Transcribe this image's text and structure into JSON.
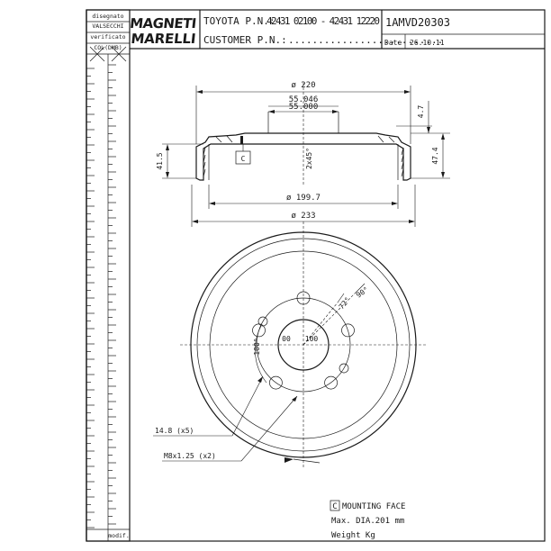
{
  "title_block": {
    "side_label_1": "disegnato",
    "side_label_2": "VALSECCHI",
    "side_label_3": "verificato",
    "side_label_4": "COL(DMB)",
    "brand_line_1": "MAGNETI",
    "brand_line_2": "MARELLI",
    "toyota_pn_label": "TOYOTA P.N.:",
    "toyota_pn_value": "42431 02100 - 42431 12220",
    "customer_pn_label": "CUSTOMER P.N.:",
    "customer_pn_value": "..........................",
    "drawing_code": "1AMVD20303",
    "date_label": "Date",
    "date_value": "26.10.11",
    "bottom_left_label": "modif."
  },
  "section_view": {
    "dim_outer_top": "ø 220",
    "dim_pilot_max": "55.046",
    "dim_pilot_min": "55.000",
    "dim_flange_thk": "4.7",
    "dim_height_right": "47.4",
    "dim_height_left": "41.5",
    "dim_chamfer": "2x45°",
    "mounting_face_tag": "C",
    "dim_inner": "ø 199.7",
    "dim_outer_bottom": "ø 233"
  },
  "front_view": {
    "angle_90": "90°",
    "angle_72": "72°",
    "pcd_left": "100°",
    "center_left": "00",
    "center_right": "100",
    "holes_label": "14.8 (x5)",
    "threads_label": "M8x1.25 (x2)"
  },
  "notes": {
    "mounting_face_tag": "C",
    "mounting_face_text": "MOUNTING FACE",
    "max_dia": "Max. DIA.201 mm",
    "weight": "Weight  Kg"
  }
}
